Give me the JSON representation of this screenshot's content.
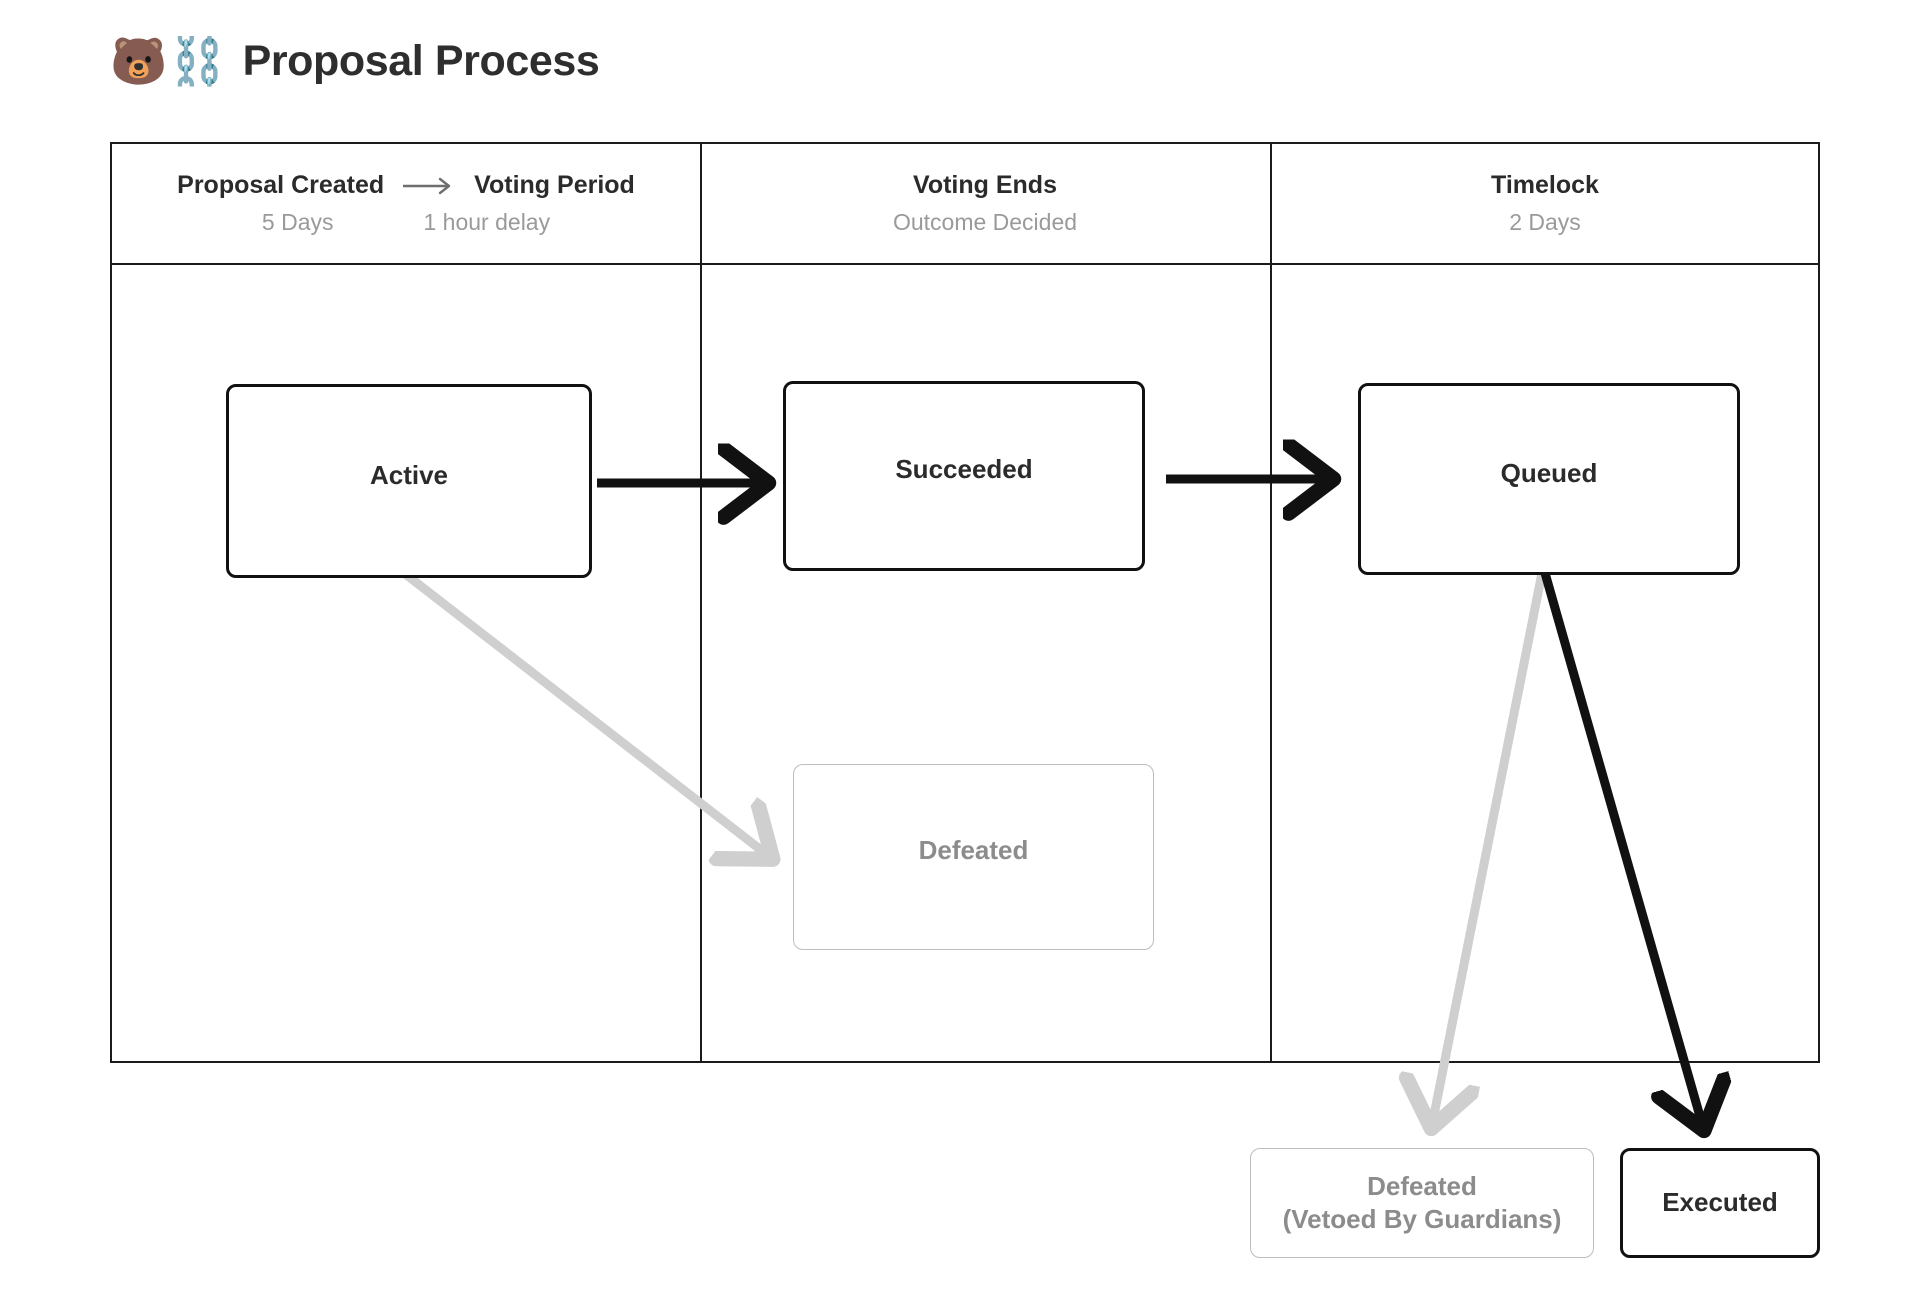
{
  "header": {
    "emoji_bear": "🐻",
    "emoji_chains": "⛓️",
    "title": "Proposal Process"
  },
  "lanes": [
    {
      "id": "lane-proposal-created",
      "title_left": "Proposal Created",
      "title_right": "Voting Period",
      "sub_left": "5 Days",
      "sub_right": "1 hour delay",
      "has_inline_arrow": true
    },
    {
      "id": "lane-voting-ends",
      "title": "Voting Ends",
      "sub": "Outcome Decided"
    },
    {
      "id": "lane-timelock",
      "title": "Timelock",
      "sub": "2 Days"
    }
  ],
  "states": [
    {
      "id": "active",
      "label": "Active",
      "style": "solid",
      "text_color": "#2b2b2b",
      "border_color": "#111111"
    },
    {
      "id": "succeeded",
      "label": "Succeeded",
      "style": "solid",
      "text_color": "#2b2b2b",
      "border_color": "#111111"
    },
    {
      "id": "queued",
      "label": "Queued",
      "style": "solid",
      "text_color": "#2b2b2b",
      "border_color": "#111111"
    },
    {
      "id": "defeated",
      "label": "Defeated",
      "style": "muted",
      "text_color": "#8c8c8c",
      "border_color": "#bdbdbd"
    },
    {
      "id": "vetoed",
      "label_line1": "Defeated",
      "label_line2": "(Vetoed By Guardians)",
      "style": "muted",
      "text_color": "#8c8c8c",
      "border_color": "#bdbdbd"
    },
    {
      "id": "executed",
      "label": "Executed",
      "style": "solid",
      "text_color": "#2b2b2b",
      "border_color": "#111111"
    }
  ],
  "transitions": [
    {
      "id": "active-to-succeeded",
      "from": "active",
      "to": "succeeded",
      "color": "#111111"
    },
    {
      "id": "succeeded-to-queued",
      "from": "succeeded",
      "to": "queued",
      "color": "#111111"
    },
    {
      "id": "active-to-defeated",
      "from": "active",
      "to": "defeated",
      "color": "#cfcfcf"
    },
    {
      "id": "queued-to-vetoed",
      "from": "queued",
      "to": "vetoed",
      "color": "#cfcfcf"
    },
    {
      "id": "queued-to-executed",
      "from": "queued",
      "to": "executed",
      "color": "#111111"
    }
  ],
  "colors": {
    "frame": "#1b1b1b",
    "active_stroke": "#111111",
    "muted_stroke": "#bdbdbd",
    "muted_text": "#8c8c8c",
    "sub_text": "#9a9a9a",
    "title_text": "#2e2e2e",
    "arrow_dark": "#111111",
    "arrow_light": "#cfcfcf"
  }
}
